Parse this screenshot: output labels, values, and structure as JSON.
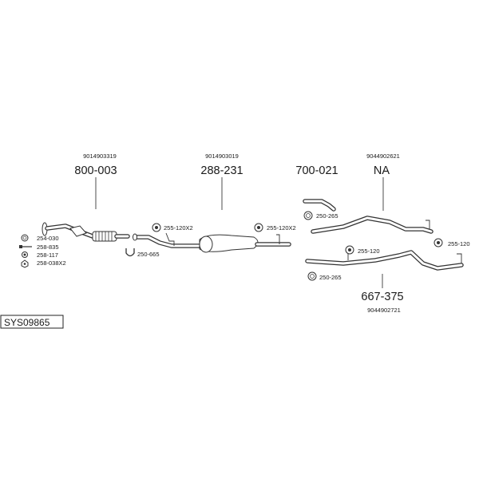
{
  "groups": [
    {
      "oem": "9014903319",
      "part": "800-003"
    },
    {
      "oem": "9014903019",
      "part": "288-231"
    },
    {
      "oem": "",
      "part": "700-021"
    },
    {
      "oem": "9044902621",
      "part": "NA"
    },
    {
      "oem": "9044902721",
      "part": "667-375"
    }
  ],
  "accessories": {
    "front_list": [
      "254-030",
      "258-835",
      "258-117",
      "258-038X2"
    ],
    "clamp_u": "250-665",
    "hanger_mid_left": "255-120X2",
    "hanger_mid_right": "255-120X2",
    "clamp_right_top": "250-265",
    "hanger_right_1": "255-120",
    "hanger_right_2": "255-120",
    "clamp_right_bottom": "250-265"
  },
  "system_label": "SYS09865",
  "icons": [
    "ring-icon",
    "bolt-icon",
    "clamp-icon",
    "nut-icon",
    "hanger-icon",
    "u-bolt-icon"
  ]
}
